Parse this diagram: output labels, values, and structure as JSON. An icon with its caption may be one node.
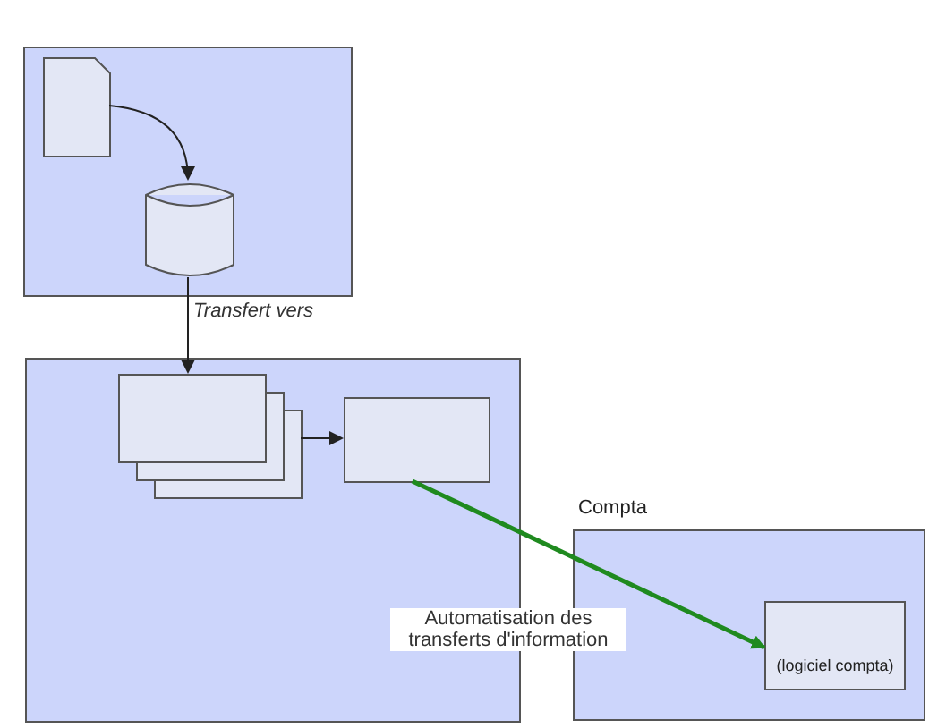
{
  "diagram": {
    "nodes": [
      {
        "text": [],
        "shape": "box"
      },
      {
        "text": [],
        "shape": "document",
        "in": 0
      },
      {
        "text": [],
        "shape": "cylinder",
        "in": 0
      },
      {
        "text": [],
        "shape": "box"
      },
      {
        "text": [],
        "shape": "box",
        "in": 3
      },
      {
        "text": [],
        "shape": "box",
        "in": 3
      },
      {
        "text": [
          "Compta"
        ]
      },
      {
        "text": [
          "(logiciel compta)"
        ],
        "in": 6
      }
    ],
    "edges": [
      {
        "from": 1,
        "to": 2,
        "arrow": "to"
      },
      {
        "from": 2,
        "to": 4,
        "arrow": "to",
        "label": "Transfert vers"
      },
      {
        "from": 4,
        "to": 5,
        "arrow": "to"
      },
      {
        "from": 5,
        "to": 7,
        "arrow": "to",
        "label": "Automatisation des transferts d'information",
        "style": "thick",
        "color": "#1f8a1f"
      }
    ]
  }
}
